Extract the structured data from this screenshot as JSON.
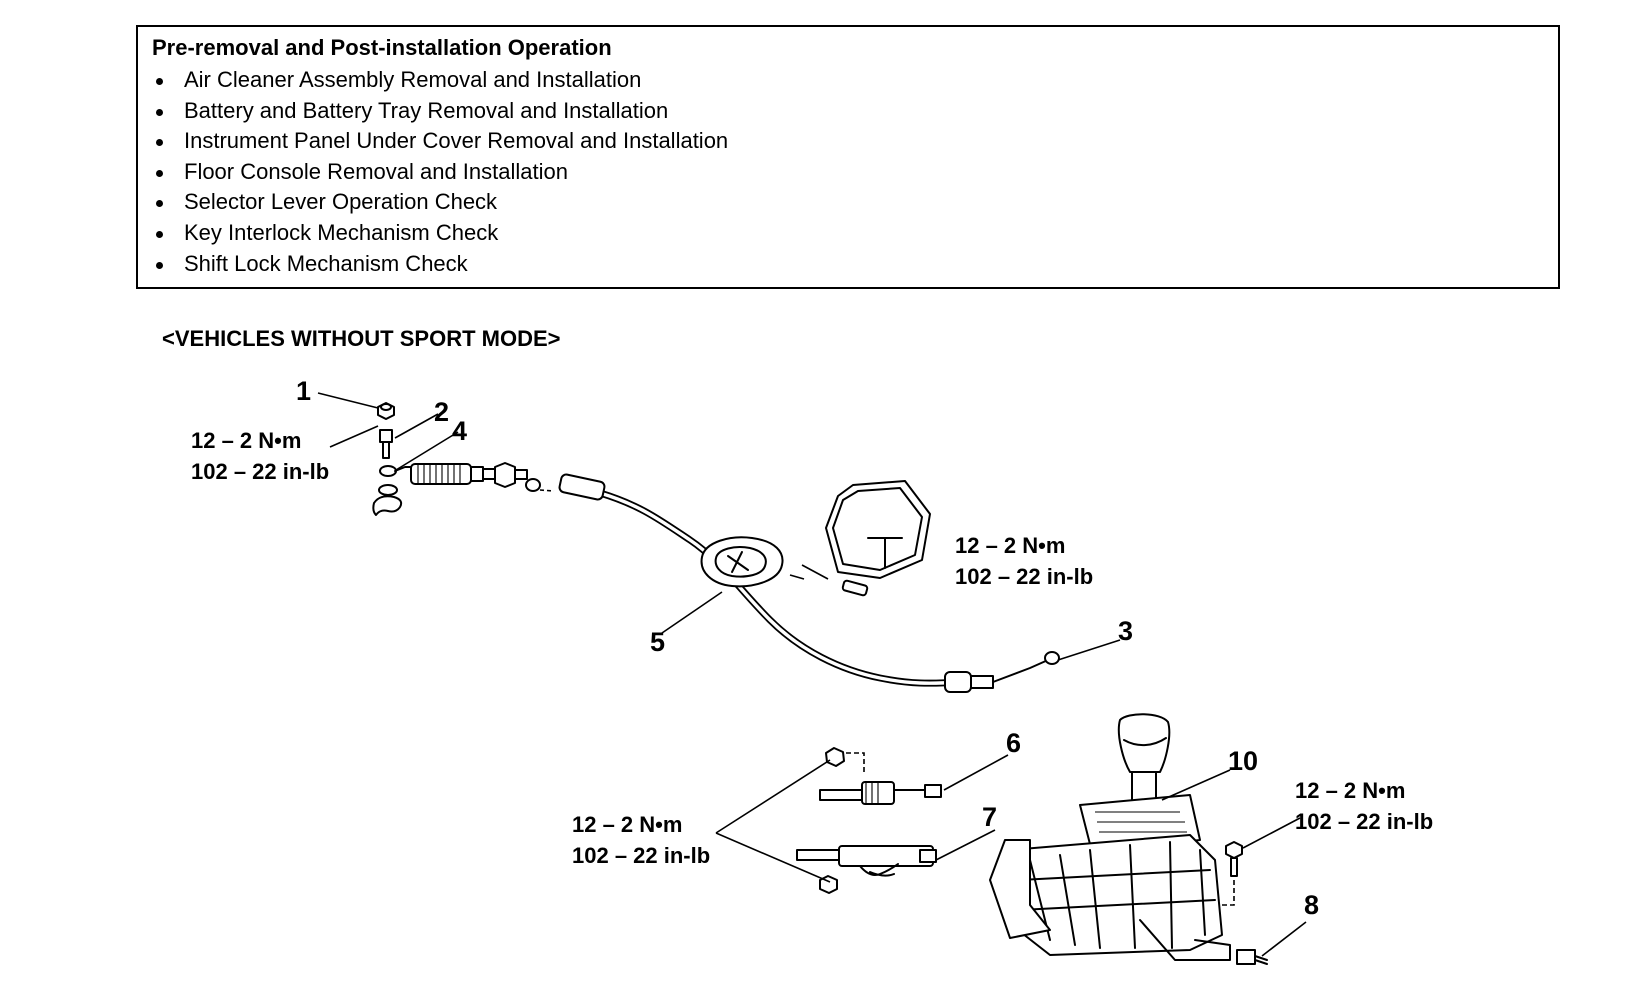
{
  "operations": {
    "title": "Pre-removal and Post-installation Operation",
    "items": [
      "Air Cleaner Assembly Removal and Installation",
      "Battery and Battery Tray Removal and Installation",
      "Instrument Panel Under Cover Removal and Installation",
      "Floor Console Removal and Installation",
      "Selector Lever Operation Check",
      "Key Interlock Mechanism Check",
      "Shift Lock Mechanism Check"
    ]
  },
  "variant_label": "<VEHICLES WITHOUT SPORT MODE>",
  "callouts": [
    "1",
    "2",
    "4",
    "5",
    "3",
    "6",
    "7",
    "10",
    "8"
  ],
  "torque_specs": [
    {
      "metric": "12 – 2 N•m",
      "imperial": "102 – 22 in-lb"
    },
    {
      "metric": "12 – 2 N•m",
      "imperial": "102 – 22 in-lb"
    },
    {
      "metric": "12 – 2 N•m",
      "imperial": "102 – 22 in-lb"
    },
    {
      "metric": "12 – 2 N•m",
      "imperial": "102 – 22 in-lb"
    }
  ]
}
